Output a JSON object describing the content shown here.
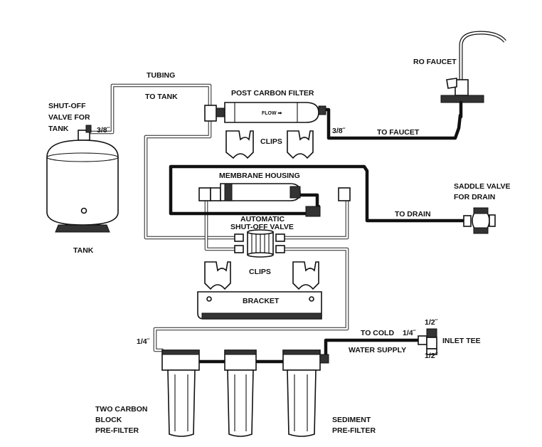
{
  "labels": {
    "tubing": "TUBING",
    "to_tank": "TO TANK",
    "post_carbon_filter": "POST CARBON FILTER",
    "flow": "FLOW ➡",
    "ro_faucet": "RO FAUCET",
    "shutoff_line1": "SHUT-OFF",
    "shutoff_line2": "VALVE FOR",
    "shutoff_line3": "TANK",
    "three_eighths_tank": "3/8˝",
    "three_eighths_faucet": "3/8˝",
    "to_faucet": "TO FAUCET",
    "clips_top": "CLIPS",
    "membrane_housing": "MEMBRANE HOUSING",
    "saddle_line1": "SADDLE VALVE",
    "saddle_line2": "FOR DRAIN",
    "to_drain": "TO DRAIN",
    "tank": "TANK",
    "auto_line1": "AUTOMATIC",
    "auto_line2": "SHUT-OFF VALVE",
    "clips_bottom": "CLIPS",
    "bracket": "BRACKET",
    "quarter_left": "1/4˝",
    "to_cold": "TO COLD",
    "quarter_inlet": "1/4˝",
    "half_top": "1/2˝",
    "half_bottom": "1/2˝",
    "inlet_tee": "INLET TEE",
    "water_supply": "WATER SUPPLY",
    "carbon_line1": "TWO CARBON",
    "carbon_line2": "BLOCK",
    "carbon_line3": "PRE-FILTER",
    "sediment_line1": "SEDIMENT",
    "sediment_line2": "PRE-FILTER"
  }
}
